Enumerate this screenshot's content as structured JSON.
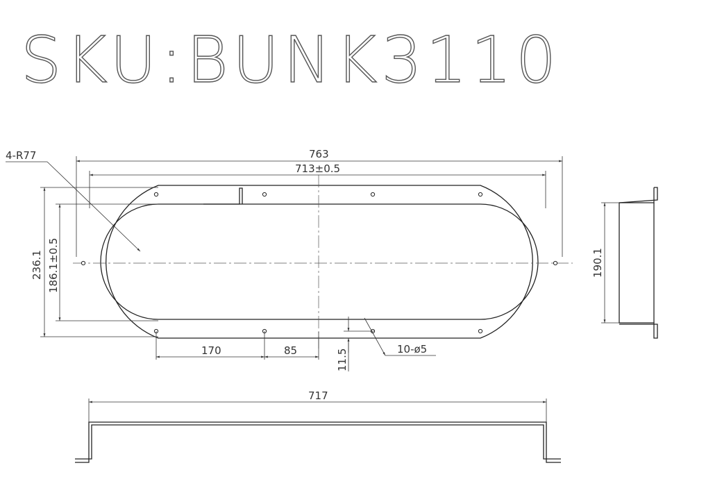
{
  "title": "SKU:BUNK3110",
  "dimensions": {
    "overall_length": "763",
    "inner_length": "713±0.5",
    "overall_height": "236.1",
    "inner_height": "186.1±0.5",
    "corner_radius": "4-R77",
    "hole_spacing_1": "170",
    "hole_spacing_2": "85",
    "hole_offset": "11.5",
    "holes": "10-ø5",
    "side_height": "190.1",
    "bottom_length": "717"
  }
}
